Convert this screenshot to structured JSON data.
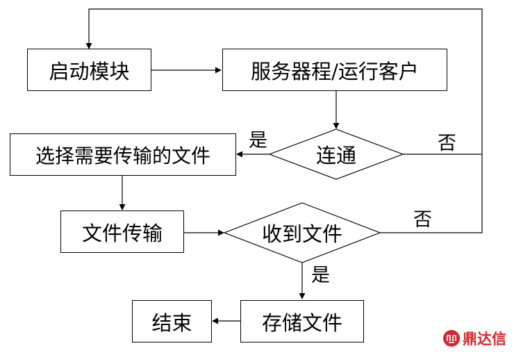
{
  "nodes": {
    "start_module": "启动模块",
    "run_server_client": "服务器程/运行客户",
    "connected": "连通",
    "select_file": "选择需要传输的文件",
    "file_transfer": "文件传输",
    "file_received": "收到文件",
    "end": "结束",
    "store_file": "存储文件"
  },
  "labels": {
    "connected_yes": "是",
    "connected_no": "否",
    "received_no": "否",
    "received_yes": "是"
  },
  "watermark": {
    "text": "鼎达信",
    "color": "#d6262b"
  }
}
